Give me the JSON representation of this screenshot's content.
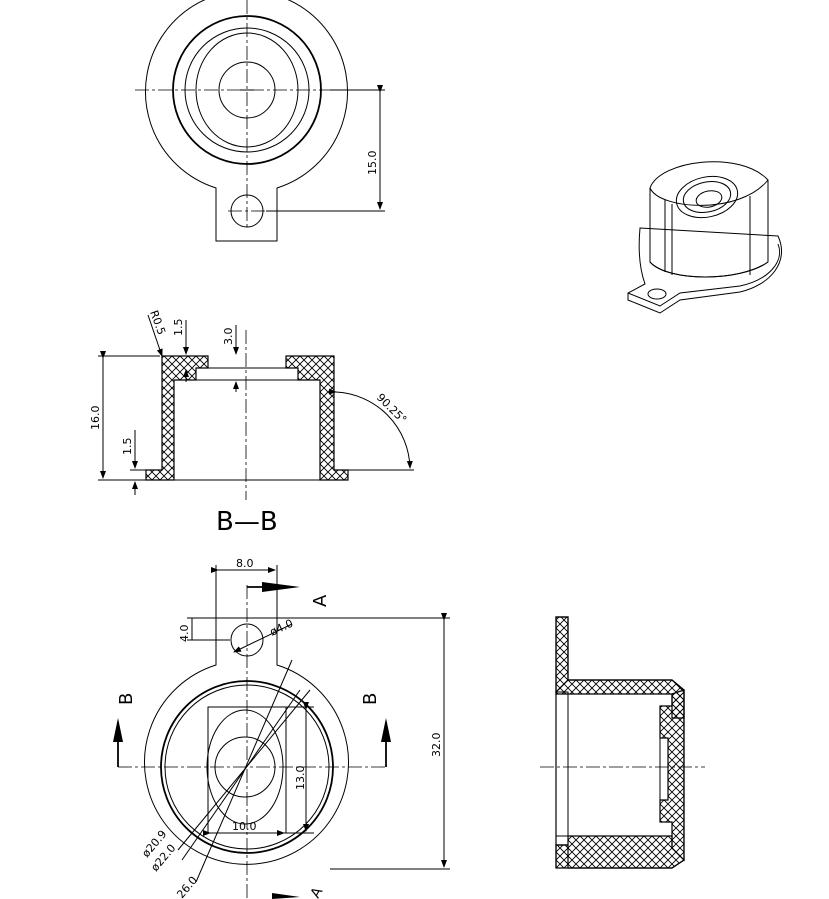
{
  "top_view": {
    "dim_vertical": "15.0"
  },
  "section_view": {
    "dim_radius": "R0.5",
    "dim_rim": "1.5",
    "dim_depth": "3.0",
    "dim_height": "16.0",
    "dim_flange": "1.5",
    "dim_angle": "90.25°",
    "label": "B—B"
  },
  "bottom_view": {
    "dim_tab_width": "8.0",
    "dim_hole_offset": "4.0",
    "dim_hole_dia": "ø4.0",
    "dim_total": "32.0",
    "dim_inner_height": "13.0",
    "dim_inner_width": "10.0",
    "dim_dia_inner": "ø20.9",
    "dim_dia_outer": "ø22.0",
    "dim_dia_flange": "26.0",
    "label_a_top": "A",
    "label_a_bottom": "A",
    "label_b_left": "B",
    "label_b_right": "B"
  },
  "side_view": {},
  "iso_view": {}
}
